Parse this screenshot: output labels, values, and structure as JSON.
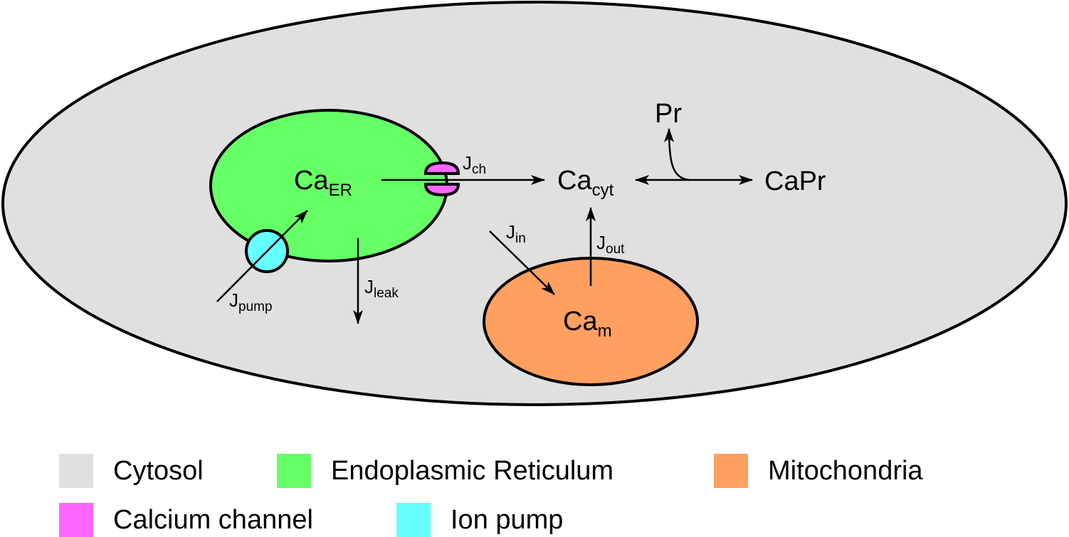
{
  "colors": {
    "cytosol": "#e0e0e0",
    "er": "#66ff66",
    "mito": "#ffa060",
    "channel": "#ff66ff",
    "pump": "#66ffff",
    "stroke": "#000000"
  },
  "nodes": {
    "ca_er": {
      "main": "Ca",
      "sub": "ER"
    },
    "ca_cyt": {
      "main": "Ca",
      "sub": "cyt"
    },
    "ca_m": {
      "main": "Ca",
      "sub": "m"
    },
    "pr": {
      "main": "Pr"
    },
    "capr": {
      "main": "CaPr"
    }
  },
  "fluxes": {
    "ch": {
      "main": "J",
      "sub": "ch"
    },
    "in": {
      "main": "J",
      "sub": "in"
    },
    "out": {
      "main": "J",
      "sub": "out"
    },
    "leak": {
      "main": "J",
      "sub": "leak"
    },
    "pump": {
      "main": "J",
      "sub": "pump"
    }
  },
  "legend": [
    {
      "label": "Cytosol",
      "color": "#e0e0e0"
    },
    {
      "label": "Endoplasmic Reticulum",
      "color": "#66ff66"
    },
    {
      "label": "Mitochondria",
      "color": "#ffa060"
    },
    {
      "label": "Calcium channel",
      "color": "#ff66ff"
    },
    {
      "label": "Ion pump",
      "color": "#66ffff"
    }
  ]
}
